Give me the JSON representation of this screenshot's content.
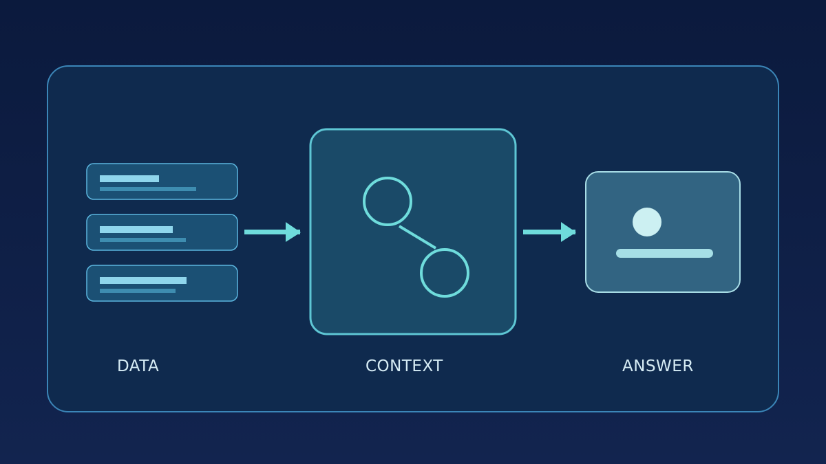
{
  "stages": {
    "data": "DATA",
    "context": "CONTEXT",
    "answer": "ANSWER"
  },
  "colors": {
    "background_top": "#0b1a3d",
    "background_bottom": "#12244f",
    "panel_fill": "#0f2a4e",
    "panel_border": "#3b86b8",
    "data_card_fill": "#1b5074",
    "data_card_border": "#5cb6df",
    "context_fill": "#1a4a68",
    "context_border": "#5ec6d4",
    "answer_fill": "#326482",
    "answer_border": "#a8dde6",
    "accent": "#6fdcdc",
    "label_text": "#d6ecf5"
  }
}
